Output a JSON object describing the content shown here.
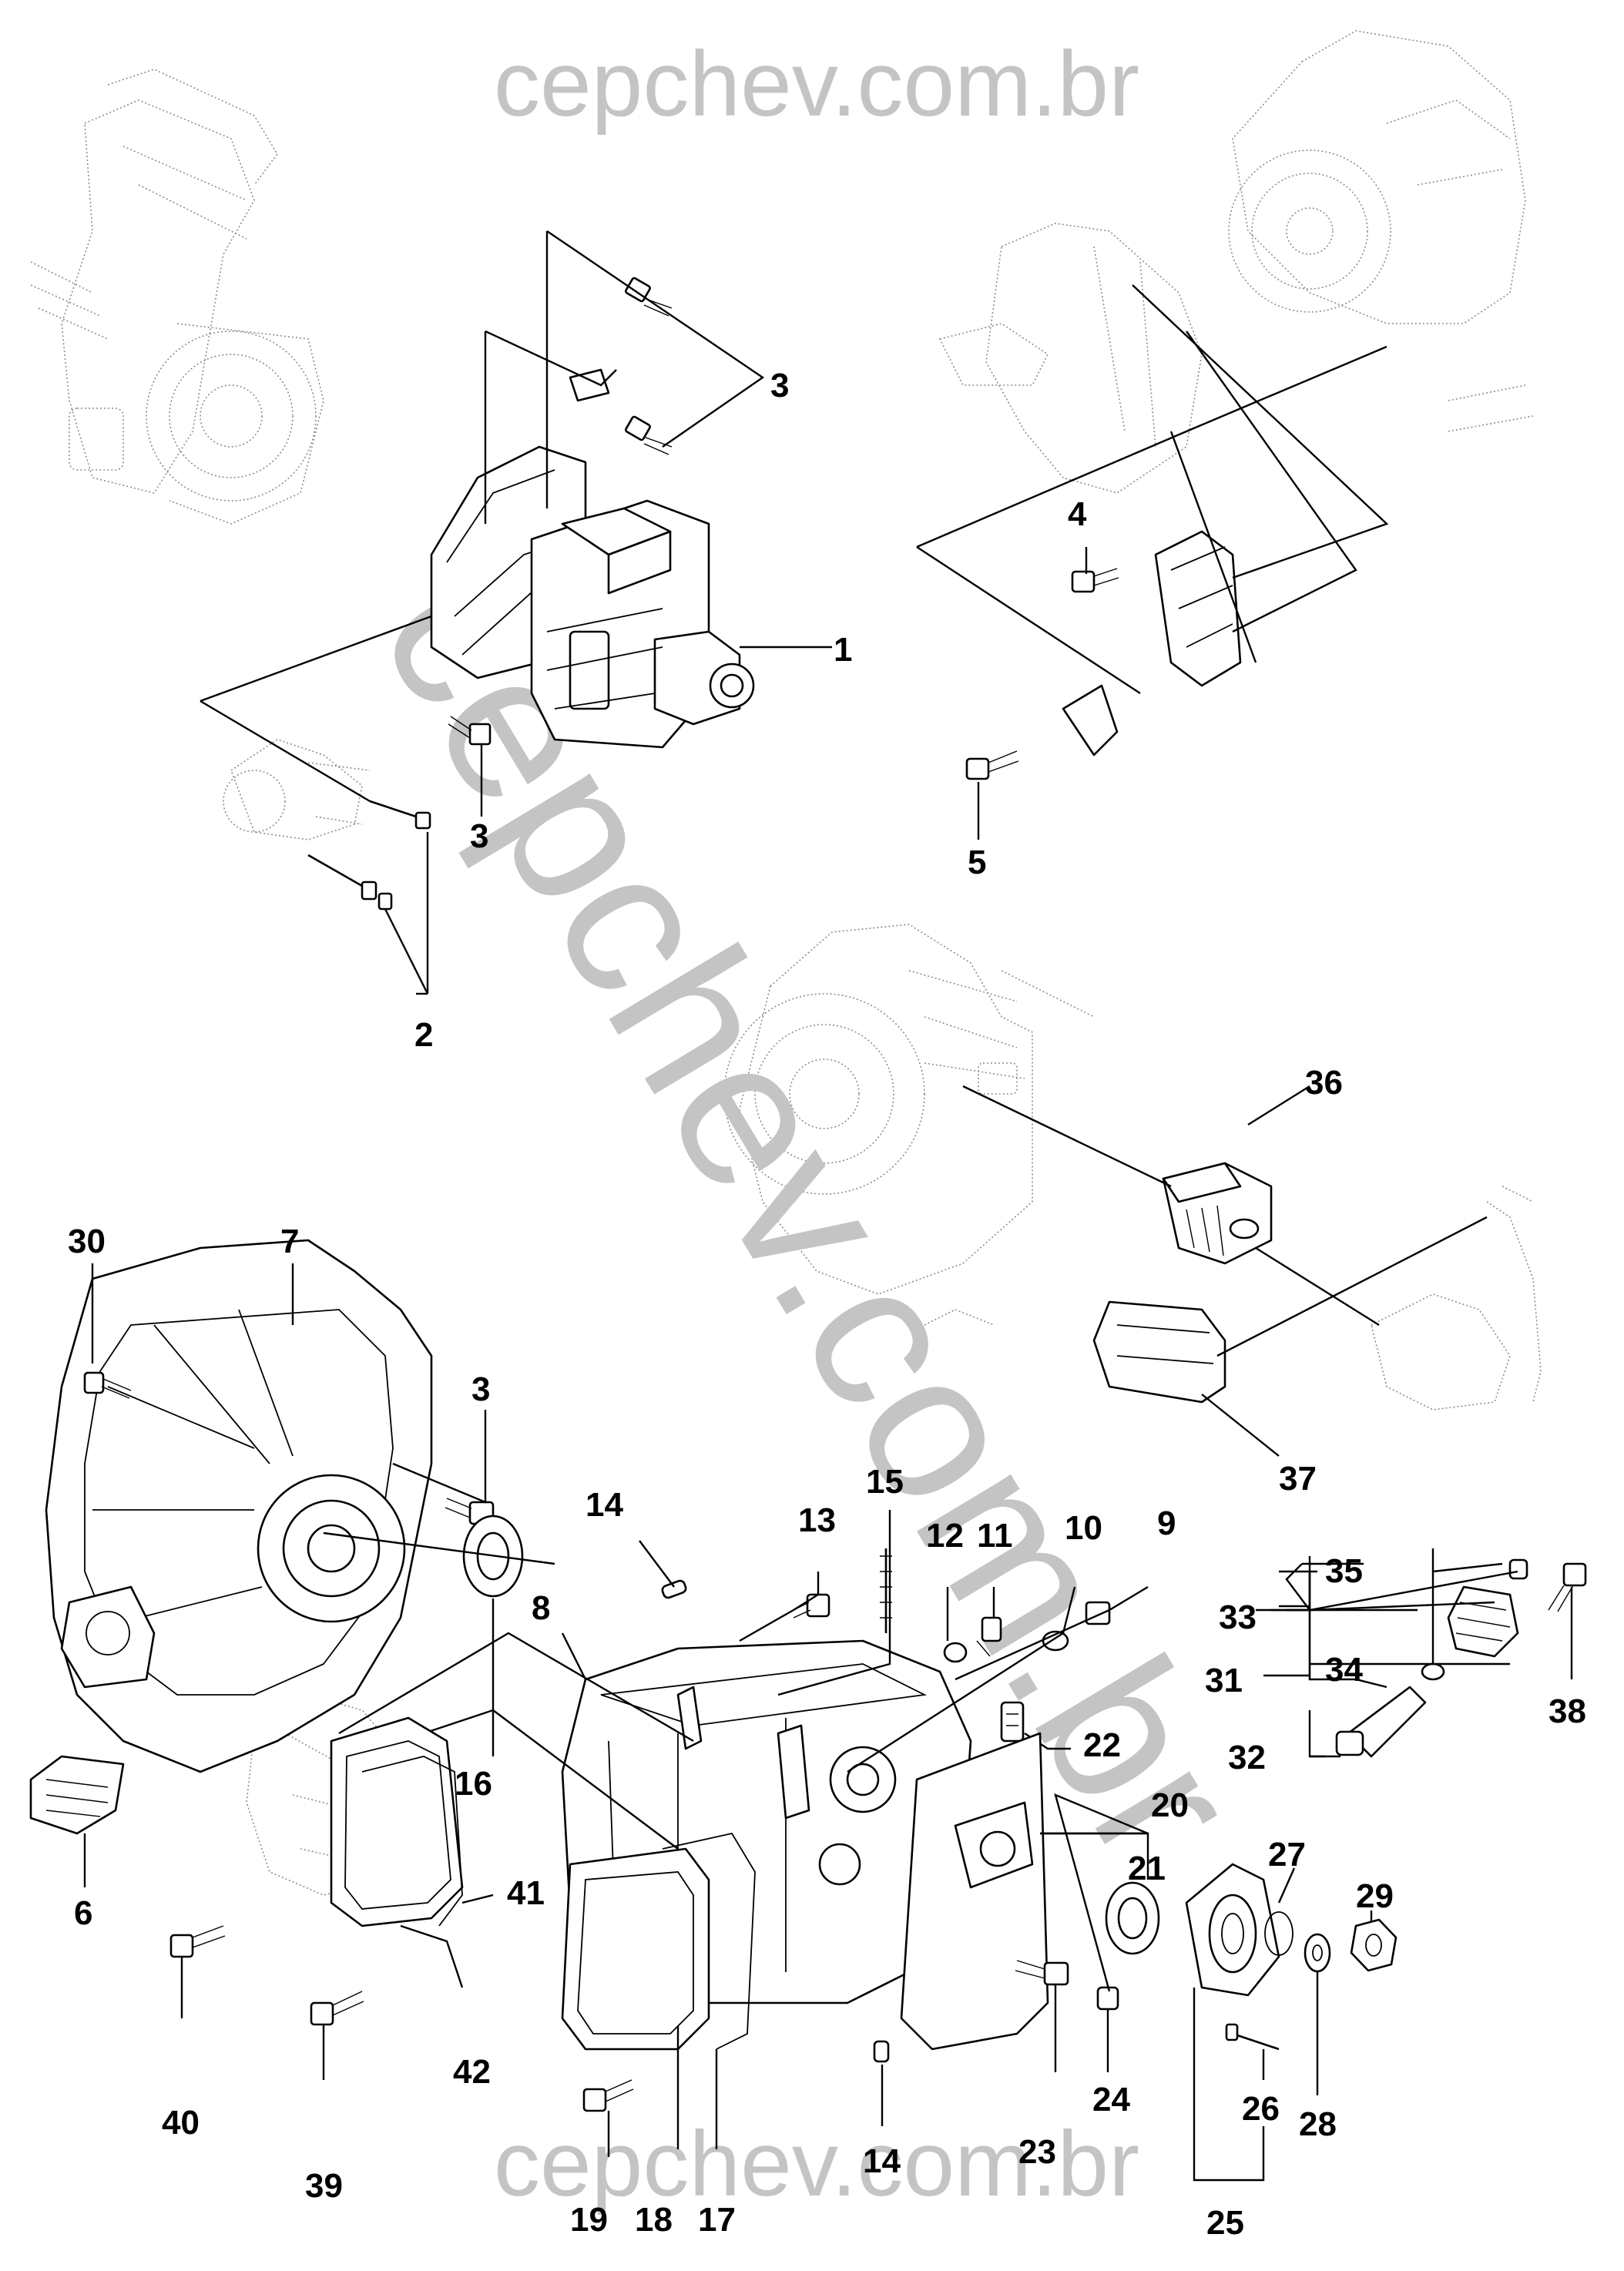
{
  "watermark": {
    "top": "cepchev.com.br",
    "diagonal": "cepchev.com.br",
    "bottom": "cepchev.com.br",
    "color": "#c4c4c4"
  },
  "callouts": {
    "c1": "1",
    "c2": "2",
    "c3a": "3",
    "c3b": "3",
    "c3c": "3",
    "c4": "4",
    "c5": "5",
    "c6": "6",
    "c7": "7",
    "c8": "8",
    "c9": "9",
    "c10": "10",
    "c11": "11",
    "c12": "12",
    "c13": "13",
    "c14a": "14",
    "c14b": "14",
    "c15": "15",
    "c16": "16",
    "c17": "17",
    "c18": "18",
    "c19": "19",
    "c20": "20",
    "c21": "21",
    "c22": "22",
    "c23": "23",
    "c24": "24",
    "c25": "25",
    "c26": "26",
    "c27": "27",
    "c28": "28",
    "c29": "29",
    "c30": "30",
    "c31": "31",
    "c32": "32",
    "c33": "33",
    "c34": "34",
    "c35": "35",
    "c36": "36",
    "c37": "37",
    "c38": "38",
    "c39": "39",
    "c40": "40",
    "c41": "41",
    "c42": "42"
  }
}
